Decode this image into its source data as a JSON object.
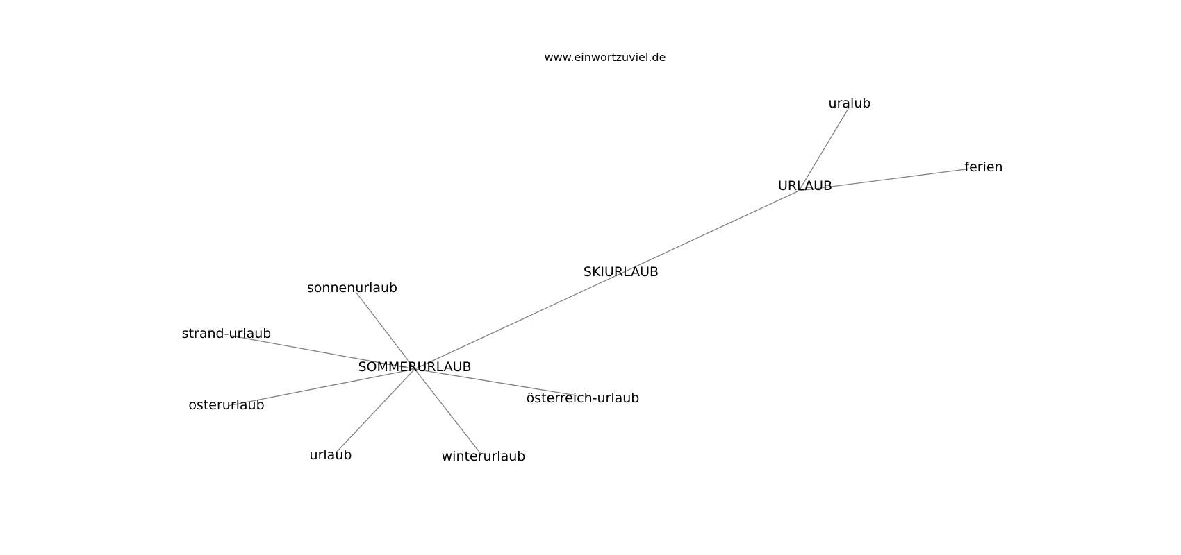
{
  "header": {
    "site": "www.einwortzuviel.de"
  },
  "graph": {
    "nodes": [
      {
        "id": "uralub",
        "label": "uralub"
      },
      {
        "id": "ferien",
        "label": "ferien"
      },
      {
        "id": "URLAUB",
        "label": "URLAUB"
      },
      {
        "id": "SKIURLAUB",
        "label": "SKIURLAUB"
      },
      {
        "id": "sonnenurlaub",
        "label": "sonnenurlaub"
      },
      {
        "id": "strand-urlaub",
        "label": "strand-urlaub"
      },
      {
        "id": "SOMMERURLAUB",
        "label": "SOMMERURLAUB"
      },
      {
        "id": "oesterreich-urlaub",
        "label": "österreich-urlaub"
      },
      {
        "id": "osterurlaub",
        "label": "osterurlaub"
      },
      {
        "id": "urlaub",
        "label": "urlaub"
      },
      {
        "id": "winterurlaub",
        "label": "winterurlaub"
      }
    ],
    "edges": [
      {
        "source": "URLAUB",
        "target": "uralub"
      },
      {
        "source": "URLAUB",
        "target": "ferien"
      },
      {
        "source": "URLAUB",
        "target": "SOMMERURLAUB"
      },
      {
        "source": "SOMMERURLAUB",
        "target": "sonnenurlaub"
      },
      {
        "source": "SOMMERURLAUB",
        "target": "strand-urlaub"
      },
      {
        "source": "SOMMERURLAUB",
        "target": "oesterreich-urlaub"
      },
      {
        "source": "SOMMERURLAUB",
        "target": "osterurlaub"
      },
      {
        "source": "SOMMERURLAUB",
        "target": "urlaub"
      },
      {
        "source": "SOMMERURLAUB",
        "target": "winterurlaub"
      }
    ]
  }
}
